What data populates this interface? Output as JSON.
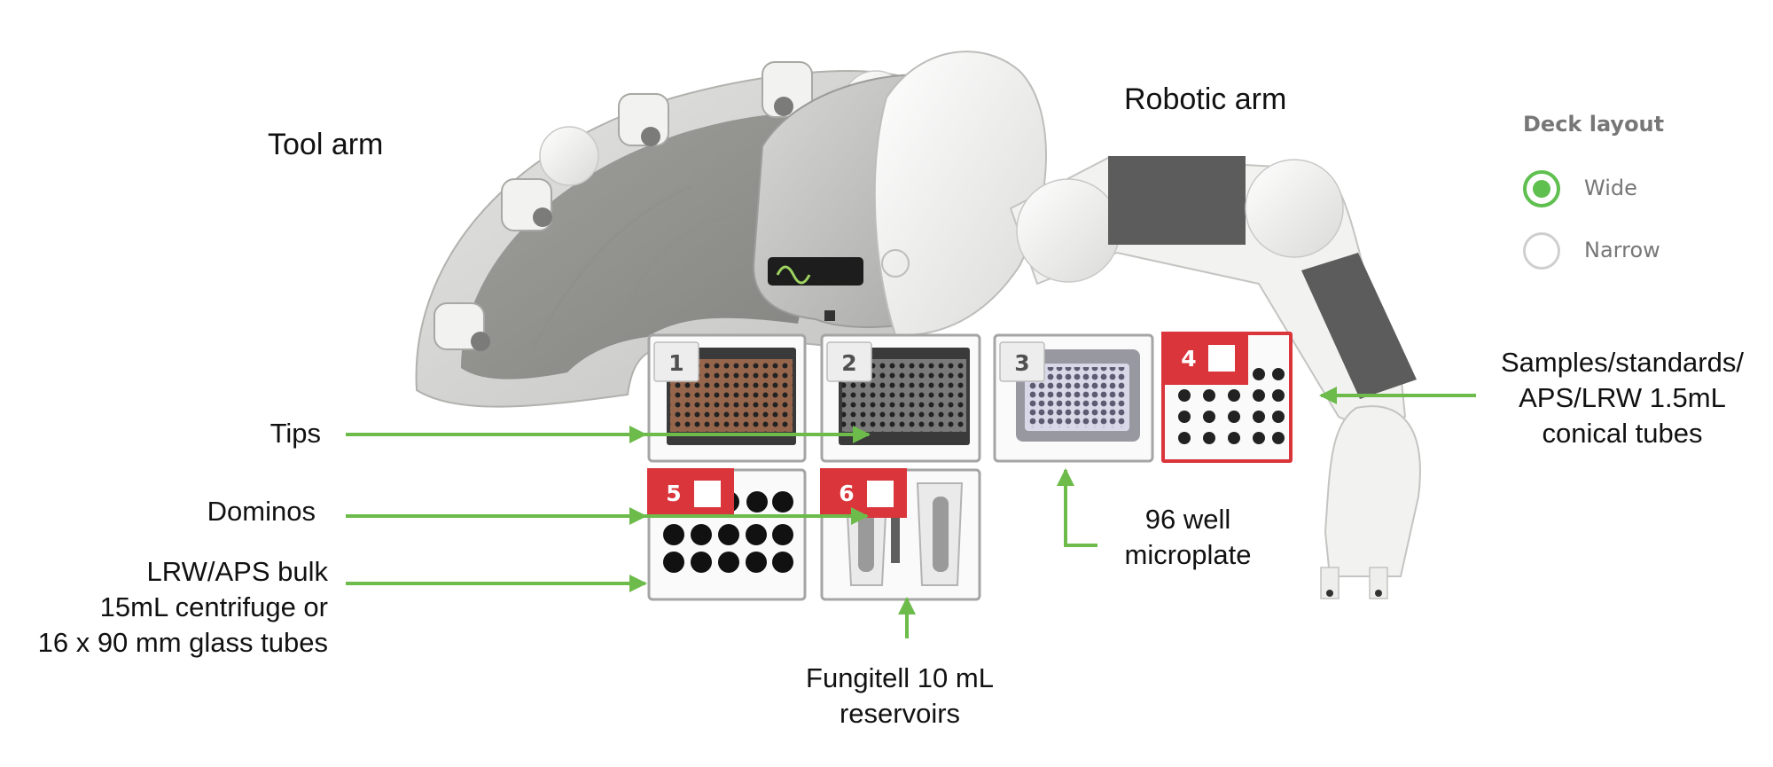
{
  "labels": {
    "tool_arm": "Tool arm",
    "robotic_arm": "Robotic arm",
    "tips": "Tips",
    "dominos": "Dominos",
    "lrw_bulk": [
      "LRW/APS bulk",
      "15mL centrifuge or",
      "16 x 90 mm glass tubes"
    ],
    "microplate": [
      "96 well",
      "microplate"
    ],
    "reservoirs": [
      "Fungitell 10 mL",
      "reservoirs"
    ],
    "samples": [
      "Samples/standards/",
      "APS/LRW 1.5mL",
      "conical tubes"
    ]
  },
  "deck_layout": {
    "title": "Deck layout",
    "options": [
      {
        "label": "Wide",
        "selected": true
      },
      {
        "label": "Narrow",
        "selected": false
      }
    ]
  },
  "slots": [
    {
      "number": "1",
      "highlighted": false
    },
    {
      "number": "2",
      "highlighted": false
    },
    {
      "number": "3",
      "highlighted": false
    },
    {
      "number": "4",
      "highlighted": true
    },
    {
      "number": "5",
      "highlighted": true
    },
    {
      "number": "6",
      "highlighted": true
    }
  ],
  "colors": {
    "arrow": "#6dbb4a",
    "slot_highlight": "#d9353b",
    "radio_selected": "#5fbf4f"
  }
}
